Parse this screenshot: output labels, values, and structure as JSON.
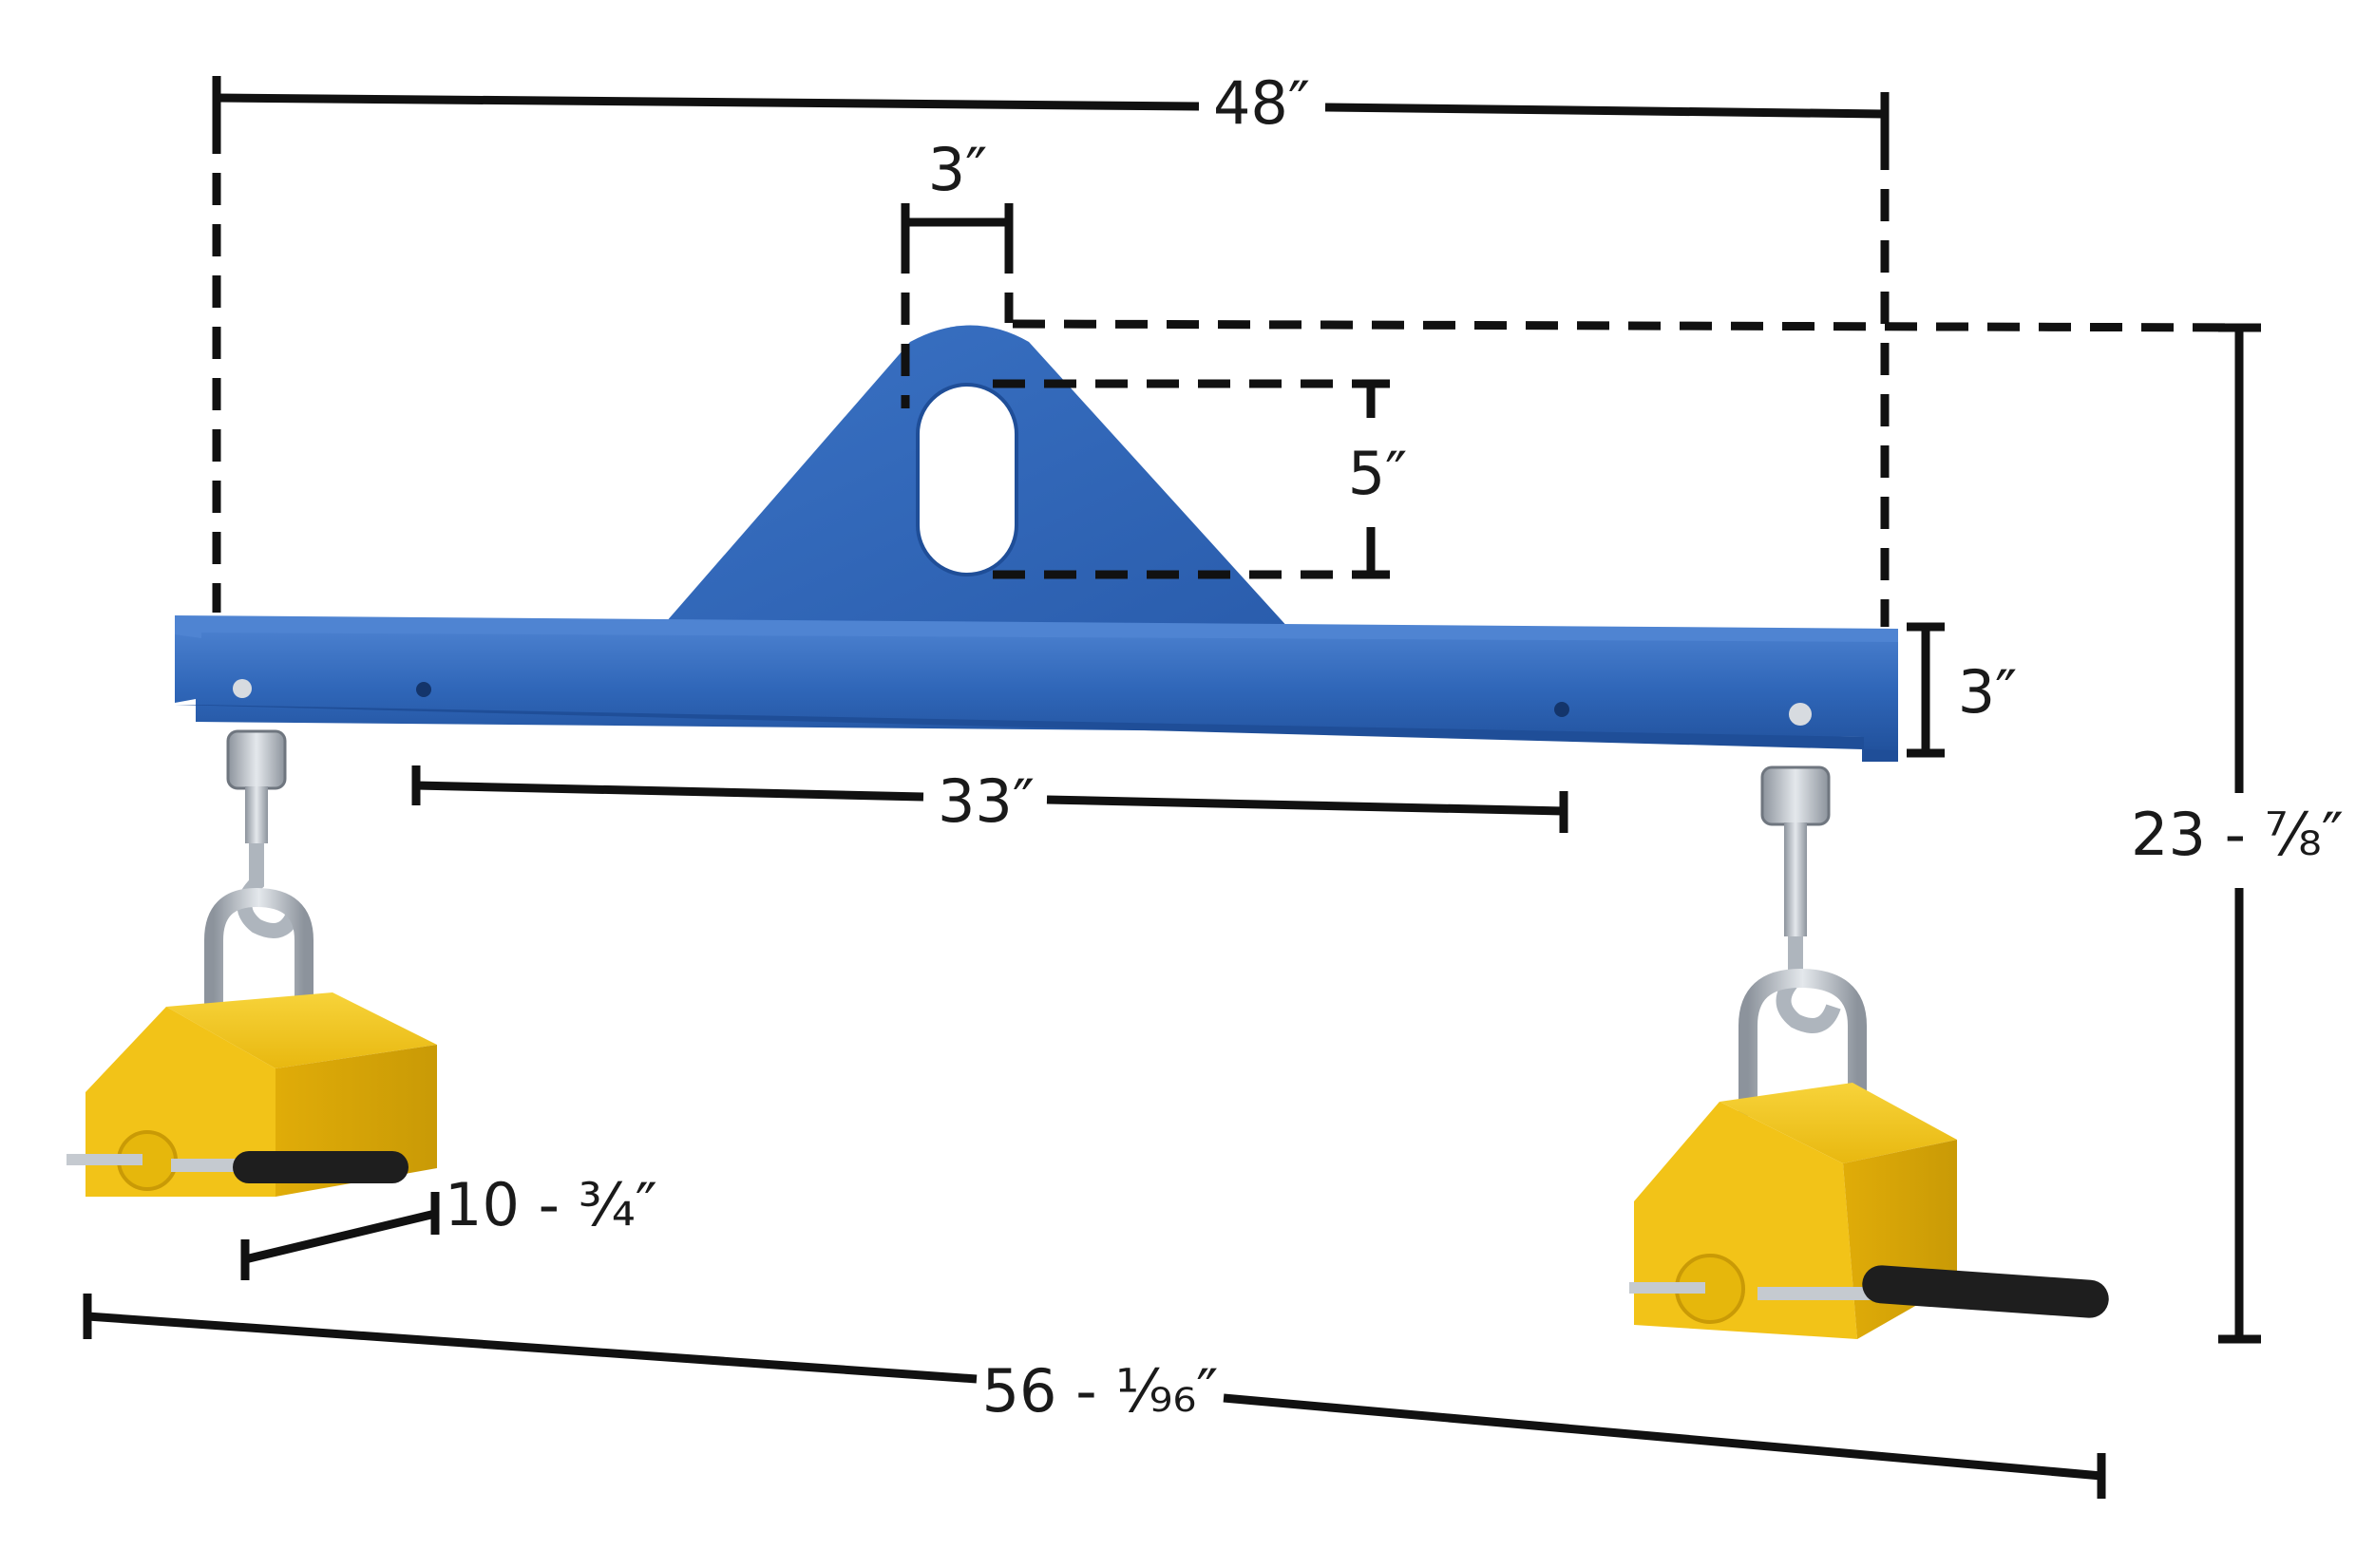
{
  "figure": {
    "dimensions": {
      "overall_width": "48″",
      "eye_width": "3″",
      "eye_height": "5″",
      "beam_height": "3″",
      "hook_spacing": "33″",
      "total_height": "23 - ⅞″",
      "magnet_length": "10 - ¾″",
      "overall_length": "56 - ⅑₆″"
    },
    "colors": {
      "beam": "#2f66b8",
      "beam_dark": "#1f4e98",
      "beam_light": "#4f84d2",
      "magnet": "#f2c318",
      "magnet_dark": "#c99a06",
      "handle": "#1e1e1e",
      "steel": "#b8bec6"
    }
  }
}
